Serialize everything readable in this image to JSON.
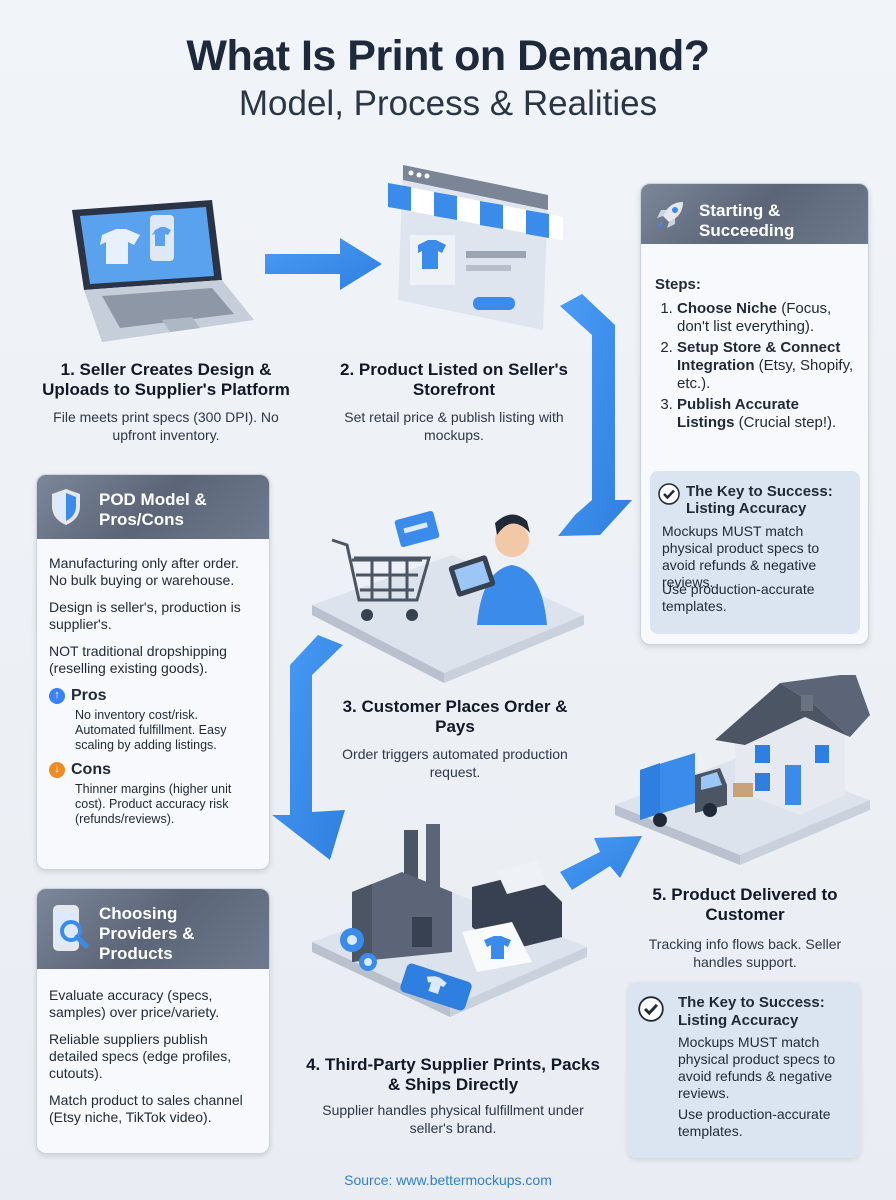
{
  "title": "What Is Print on Demand?",
  "subtitle": "Model, Process & Realities",
  "steps": [
    {
      "title": "1. Seller Creates Design & Uploads to Supplier's Platform",
      "desc": "File meets print specs (300 DPI). No upfront inventory."
    },
    {
      "title": "2. Product Listed on Seller's Storefront",
      "desc": "Set retail price & publish listing with mockups."
    },
    {
      "title": "3. Customer Places Order & Pays",
      "desc": "Order triggers automated production request."
    },
    {
      "title": "4. Third-Party Supplier Prints, Packs & Ships Directly",
      "desc": "Supplier handles physical fulfillment under seller's brand."
    },
    {
      "title": "5. Product Delivered to Customer",
      "desc": "Tracking info flows back. Seller handles support."
    }
  ],
  "starting": {
    "title": "Starting & Succeeding",
    "steps_label": "Steps:",
    "items": [
      {
        "bold": "Choose Niche",
        "rest": " (Focus, don't list everything)."
      },
      {
        "bold": "Setup Store & Connect Integration",
        "rest": " (Etsy, Shopify, etc.)."
      },
      {
        "bold": "Publish Accurate Listings",
        "rest": " (Crucial step!)."
      }
    ],
    "key_title": "The Key to Success: Listing Accuracy",
    "key_text": "Mockups MUST match physical product specs to avoid refunds & negative reviews.",
    "key_text2": "Use production-accurate templates."
  },
  "pod_model": {
    "title": "POD Model & Pros/Cons",
    "paragraphs": [
      "Manufacturing only after order. No bulk buying or warehouse.",
      "Design is seller's, production is supplier's.",
      "NOT traditional dropshipping (reselling existing goods)."
    ],
    "pros_label": "Pros",
    "pros": "No inventory cost/risk. Automated fulfillment. Easy scaling by adding listings.",
    "cons_label": "Cons",
    "cons": "Thinner margins (higher unit cost). Product accuracy risk (refunds/reviews)."
  },
  "providers": {
    "title": "Choosing Providers & Products",
    "paragraphs": [
      "Evaluate accuracy (specs, samples) over price/variety.",
      "Reliable suppliers publish detailed specs (edge profiles, cutouts).",
      "Match product to sales channel (Etsy niche, TikTok video)."
    ]
  },
  "key_bottom": {
    "title": "The Key to Success: Listing Accuracy",
    "text": "Mockups MUST match physical product specs to avoid refunds & negative reviews.",
    "text2": "Use production-accurate templates."
  },
  "source": "Source: www.bettermockups.com",
  "colors": {
    "accent": "#3b8beb",
    "panel_head": "#5b6577",
    "key_bg": "#dbe5f1",
    "pro": "#3b82f6",
    "con": "#f08a24"
  },
  "icons": [
    "laptop-icon",
    "storefront-icon",
    "shopping-cart-icon",
    "factory-icon",
    "house-icon",
    "delivery-truck-icon",
    "rocket-icon",
    "shield-icon",
    "phone-search-icon",
    "check-icon",
    "arrow-up-icon",
    "arrow-down-icon"
  ]
}
